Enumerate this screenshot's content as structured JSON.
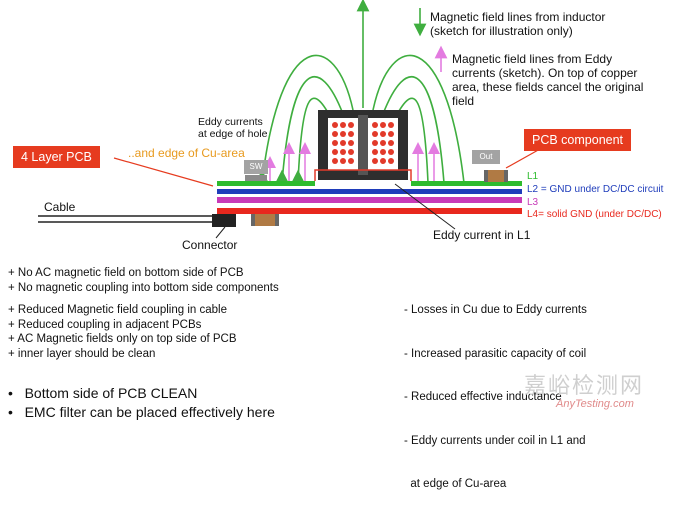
{
  "legend": {
    "inductor_line1": "Magnetic field lines from inductor",
    "inductor_line2": "(sketch for illustration only)",
    "eddy_line1": "Magnetic field lines from Eddy",
    "eddy_line2": "currents (sketch). On top of copper",
    "eddy_line3": "area, these fields cancel the original",
    "eddy_line4": "field"
  },
  "labels": {
    "pcb_4layer": "4 Layer PCB",
    "pcb_component": "PCB component",
    "eddy_hole_1": "Eddy currents",
    "eddy_hole_2": "at edge of hole",
    "eddy_cu_area": "..and edge of Cu-area",
    "sw": "SW",
    "out": "Out",
    "cable": "Cable",
    "connector": "Connector",
    "eddy_l1": "Eddy current in L1"
  },
  "layers": {
    "l1": "L1",
    "l2": "L2 = GND under DC/DC circuit",
    "l3": "L3",
    "l4": "L4= solid GND (under DC/DC)"
  },
  "colors": {
    "l1": "#2dbb2d",
    "l2": "#1f3dbb",
    "l3": "#c83ab8",
    "l4": "#e8281e",
    "inductor_field": "#3fae3f",
    "eddy_field": "#e37be0",
    "callout_box": "#e63b1f",
    "eddy_cu_text": "#e89a1e"
  },
  "left_list": [
    "+ No AC magnetic field on bottom side of PCB",
    "+ No magnetic coupling into bottom side components",
    "+ Reduced Magnetic field coupling in cable",
    "+ Reduced coupling in adjacent PCBs",
    "+ AC Magnetic fields only on top side of PCB",
    "+ inner layer should be clean"
  ],
  "right_list": [
    "- Losses in Cu due to Eddy currents",
    "- Increased parasitic capacity of coil",
    "- Reduced effective inductance",
    "- Eddy currents under coil in L1 and",
    "  at edge of Cu-area"
  ],
  "bullets": [
    "Bottom side of PCB CLEAN",
    "EMC filter can be placed effectively here"
  ],
  "watermark": {
    "cn": "嘉峪检测网",
    "en": "AnyTesting.com"
  }
}
